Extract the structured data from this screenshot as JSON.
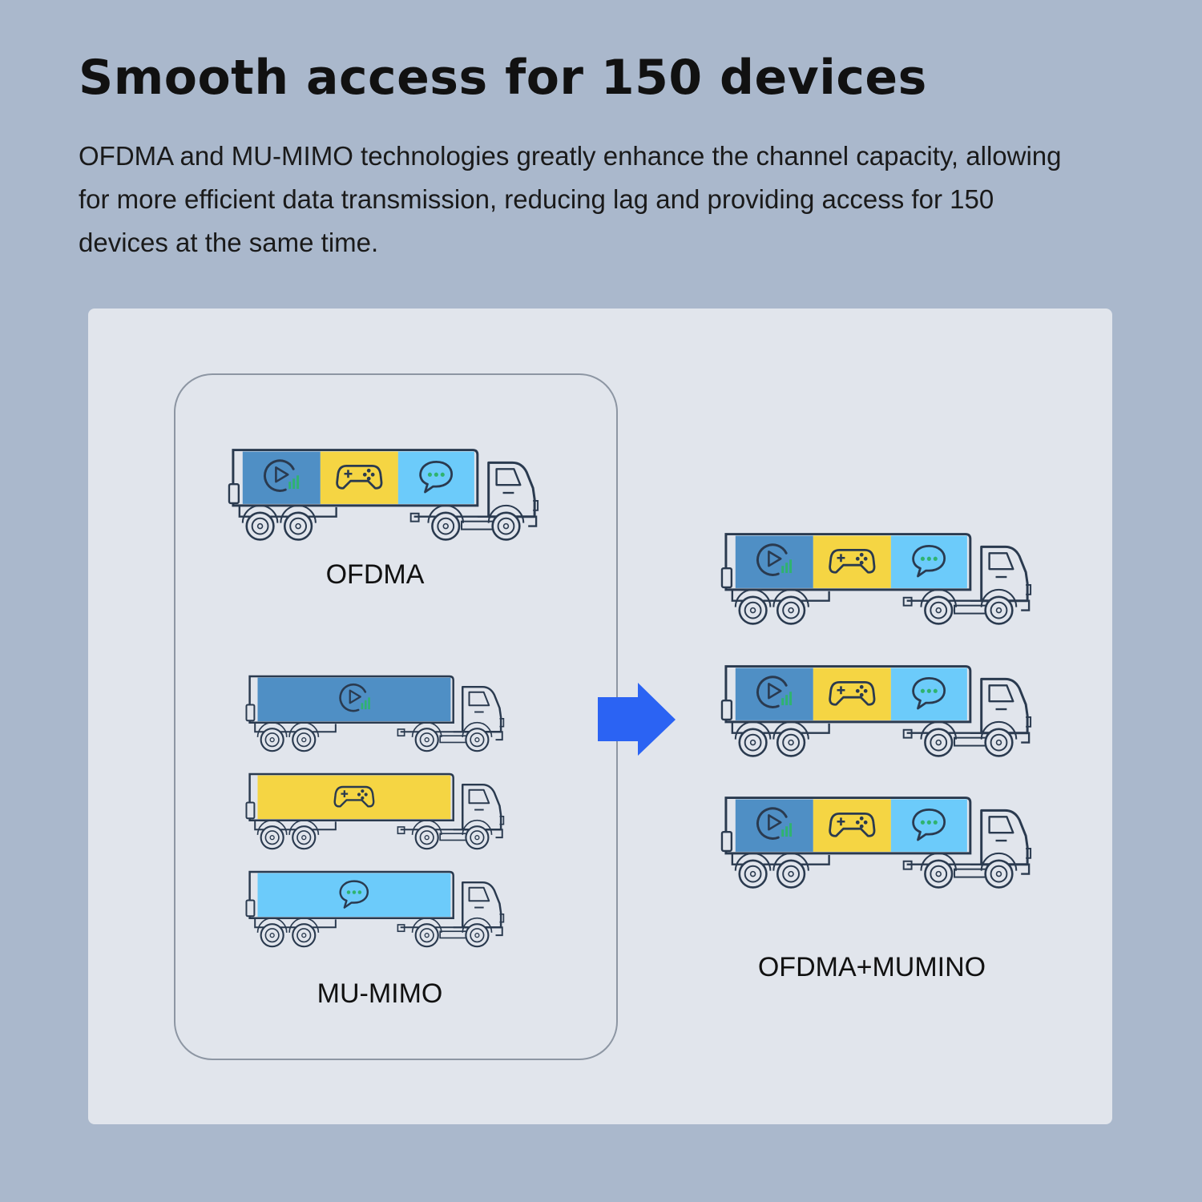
{
  "header": {
    "title": "Smooth access for 150 devices",
    "description": "OFDMA and MU-MIMO technologies greatly enhance the channel capacity, allowing for more efficient data transmission, reducing lag and providing access for 150 devices at the same time."
  },
  "diagram": {
    "ofdma_label": "OFDMA",
    "mumimo_label": "MU-MIMO",
    "combined_label": "OFDMA+MUMINO",
    "arrow_color": "#2b63f3",
    "cargo_colors": {
      "video": "#4f8fc5",
      "game": "#f5d543",
      "chat": "#6ccbfa"
    },
    "cargo_icons": {
      "video": "video-play-icon",
      "game": "gamepad-icon",
      "chat": "chat-bubble-icon"
    },
    "icon_accent": "#2fb36f",
    "line_color": "#2a3a4f"
  }
}
